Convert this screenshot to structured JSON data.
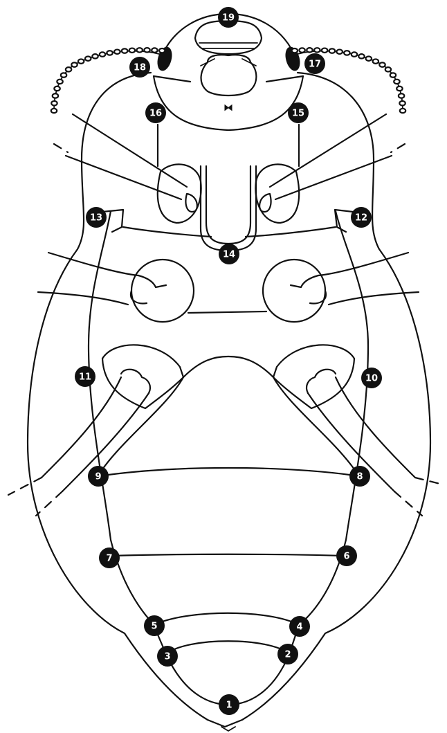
{
  "figure": {
    "subject": "beetle ventral outline with numbered measurement points",
    "line_color": "#111111",
    "background_color": "#ffffff",
    "marker_fill": "#111111",
    "marker_text_color": "#ffffff"
  },
  "markers": [
    {
      "label": "1"
    },
    {
      "label": "2"
    },
    {
      "label": "3"
    },
    {
      "label": "4"
    },
    {
      "label": "5"
    },
    {
      "label": "6"
    },
    {
      "label": "7"
    },
    {
      "label": "8"
    },
    {
      "label": "9"
    },
    {
      "label": "10"
    },
    {
      "label": "11"
    },
    {
      "label": "12"
    },
    {
      "label": "13"
    },
    {
      "label": "14"
    },
    {
      "label": "15"
    },
    {
      "label": "16"
    },
    {
      "label": "17"
    },
    {
      "label": "18"
    },
    {
      "label": "19"
    }
  ]
}
